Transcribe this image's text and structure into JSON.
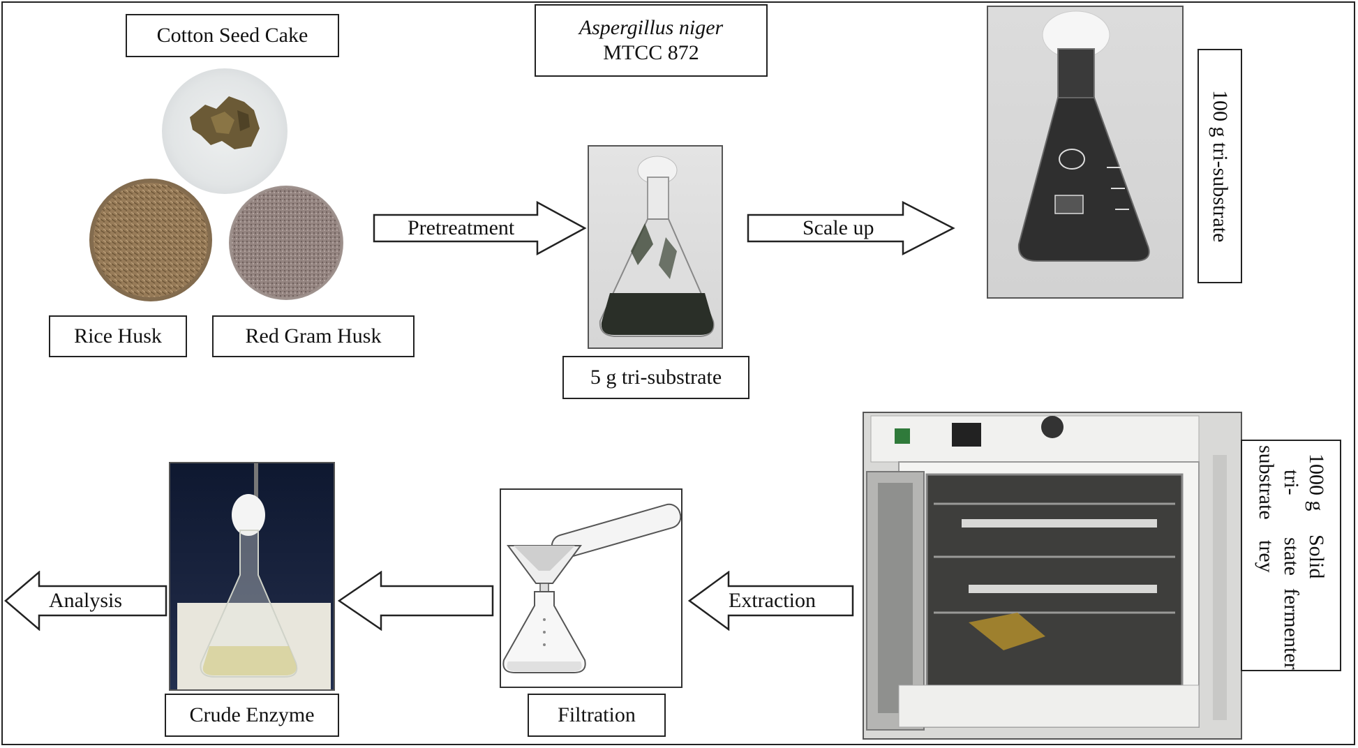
{
  "labels": {
    "cotton_seed_cake": "Cotton Seed Cake",
    "organism_name": "Aspergillus niger",
    "organism_strain": "MTCC 872",
    "rice_husk": "Rice Husk",
    "red_gram_husk": "Red Gram Husk",
    "five_g": "5 g tri-substrate",
    "hundred_g": "100 g tri-substrate",
    "thousand_g_line1": "1000 g tri-substrate",
    "thousand_g_line2": "Solid state trey",
    "thousand_g_line3": "fermenter",
    "crude_enzyme": "Crude Enzyme",
    "filtration": "Filtration"
  },
  "arrows": {
    "pretreatment": "Pretreatment",
    "scale_up": "Scale up",
    "extraction": "Extraction",
    "analysis": "Analysis"
  }
}
